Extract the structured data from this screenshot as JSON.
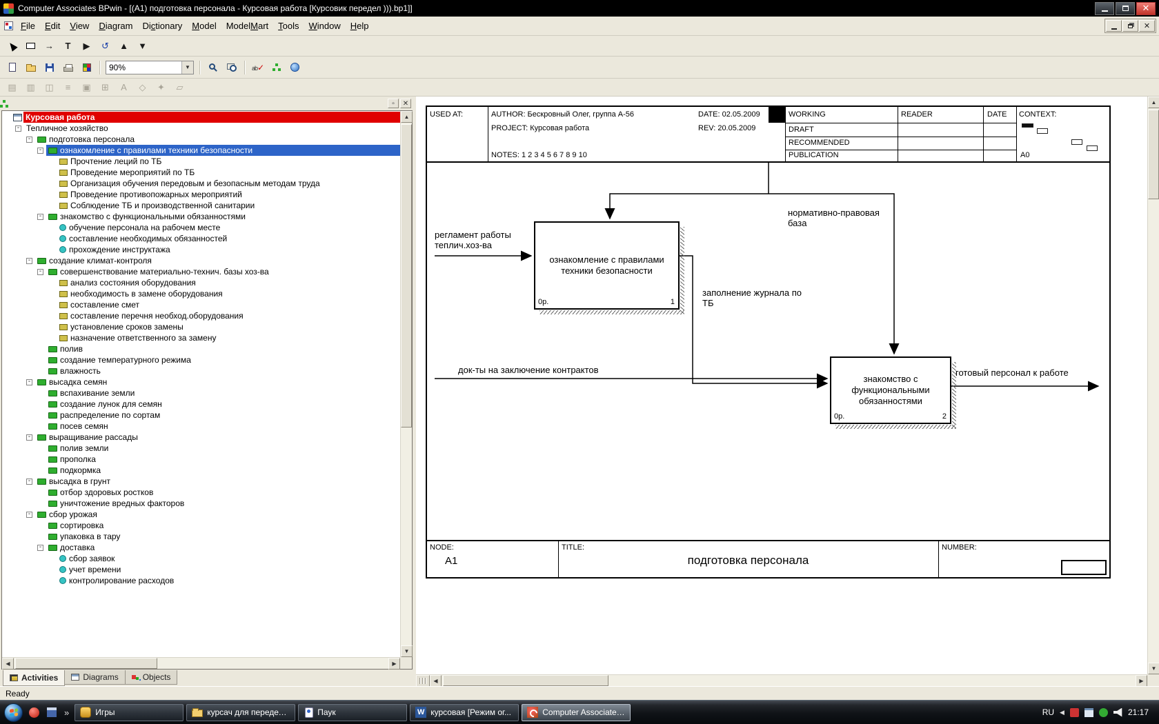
{
  "window": {
    "title": "Computer Associates BPwin - [(A1) подготовка персонала - Курсовая работа  [Курсовик передел ))).bp1]]"
  },
  "menu": {
    "items": [
      {
        "label": "File",
        "u": 0
      },
      {
        "label": "Edit",
        "u": 0
      },
      {
        "label": "View",
        "u": 0
      },
      {
        "label": "Diagram",
        "u": 0
      },
      {
        "label": "Dictionary",
        "u": 2
      },
      {
        "label": "Model",
        "u": 0
      },
      {
        "label": "ModelMart",
        "u": 5
      },
      {
        "label": "Tools",
        "u": 0
      },
      {
        "label": "Window",
        "u": 0
      },
      {
        "label": "Help",
        "u": 0
      }
    ]
  },
  "toolbars": {
    "zoom": "90%",
    "drawing": [
      {
        "name": "pointer-tool-button",
        "cls": "i-pointer",
        "icon": "pointer-icon"
      },
      {
        "name": "activity-box-tool-button",
        "cls": "i-abox",
        "icon": "activity-box-icon"
      },
      {
        "name": "arrow-tool-button",
        "glyph": "→"
      },
      {
        "name": "text-tool-button",
        "glyph": "T",
        "bold": true
      },
      {
        "name": "go-to-child-button",
        "glyph": "▶"
      },
      {
        "name": "rotate-tool-button",
        "glyph": "↺",
        "color": "#1a3faa"
      },
      {
        "name": "navigate-up-button",
        "glyph": "▲"
      },
      {
        "name": "navigate-down-button",
        "glyph": "▼"
      }
    ],
    "modelmart": [
      {
        "name": "mm-open-button",
        "glyph": "▤"
      },
      {
        "name": "mm-save-button",
        "glyph": "▥"
      },
      {
        "name": "mm-lock-button",
        "glyph": "◫"
      },
      {
        "name": "mm-sync-button",
        "glyph": "≡"
      },
      {
        "name": "mm-checkin-button",
        "glyph": "▣"
      },
      {
        "name": "mm-merge-button",
        "glyph": "⊞"
      },
      {
        "name": "mm-compare-button",
        "glyph": "A"
      },
      {
        "name": "mm-properties-button",
        "glyph": "◇"
      },
      {
        "name": "mm-security-button",
        "glyph": "✦"
      },
      {
        "name": "mm-report-button",
        "glyph": "▱"
      }
    ]
  },
  "explorer": {
    "tabs": [
      {
        "label": "Activities",
        "active": true
      },
      {
        "label": "Diagrams",
        "active": false
      },
      {
        "label": "Objects",
        "active": false
      }
    ],
    "tree": [
      {
        "l": 0,
        "t": "Курсовая работа",
        "i": "model",
        "e": false,
        "style": "model"
      },
      {
        "l": 1,
        "t": "Тепличное хозяйство",
        "i": "none",
        "e": true
      },
      {
        "l": 2,
        "t": "подготовка персонала",
        "i": "green",
        "e": true
      },
      {
        "l": 3,
        "t": "ознакомление с правилами техники безопасности",
        "i": "green",
        "e": true,
        "sel": true
      },
      {
        "l": 4,
        "t": "Прочтение леций  по ТБ",
        "i": "yellow"
      },
      {
        "l": 4,
        "t": "Проведение мероприятий по ТБ",
        "i": "yellow"
      },
      {
        "l": 4,
        "t": "Организация обучения  передовым и безопасным методам труда",
        "i": "yellow"
      },
      {
        "l": 4,
        "t": "Проведение  противопожарных мероприятий",
        "i": "yellow"
      },
      {
        "l": 4,
        "t": "Соблюдение ТБ  и  производственной  санитарии",
        "i": "yellow"
      },
      {
        "l": 3,
        "t": "знакомство с  функциональными обязанностями",
        "i": "green",
        "e": true
      },
      {
        "l": 4,
        "t": "обучение персонала на рабочем месте",
        "i": "cyan"
      },
      {
        "l": 4,
        "t": "составление необходимых обязанностей",
        "i": "cyan"
      },
      {
        "l": 4,
        "t": "прохождение инструктажа",
        "i": "cyan"
      },
      {
        "l": 2,
        "t": "создание климат-контроля",
        "i": "green",
        "e": true
      },
      {
        "l": 3,
        "t": "совершенствование  материально-технич. базы хоз-ва",
        "i": "green",
        "e": true
      },
      {
        "l": 4,
        "t": "анализ состояния оборудования",
        "i": "yellow"
      },
      {
        "l": 4,
        "t": "необходимость в замене оборудования",
        "i": "yellow"
      },
      {
        "l": 4,
        "t": "составление смет",
        "i": "yellow"
      },
      {
        "l": 4,
        "t": "составление перечня необход.оборудования",
        "i": "yellow"
      },
      {
        "l": 4,
        "t": "установление сроков замены",
        "i": "yellow"
      },
      {
        "l": 4,
        "t": "назначение ответственного за замену",
        "i": "yellow"
      },
      {
        "l": 3,
        "t": "полив",
        "i": "green"
      },
      {
        "l": 3,
        "t": "создание  температурного режима",
        "i": "green"
      },
      {
        "l": 3,
        "t": "влажность",
        "i": "green"
      },
      {
        "l": 2,
        "t": "высадка семян",
        "i": "green",
        "e": true
      },
      {
        "l": 3,
        "t": "вспахивание земли",
        "i": "green"
      },
      {
        "l": 3,
        "t": "создание лунок  для семян",
        "i": "green"
      },
      {
        "l": 3,
        "t": "распределение  по сортам",
        "i": "green"
      },
      {
        "l": 3,
        "t": "посев семян",
        "i": "green"
      },
      {
        "l": 2,
        "t": "выращивание рассады",
        "i": "green",
        "e": true
      },
      {
        "l": 3,
        "t": "полив земли",
        "i": "green"
      },
      {
        "l": 3,
        "t": "прополка",
        "i": "green"
      },
      {
        "l": 3,
        "t": "подкормка",
        "i": "green"
      },
      {
        "l": 2,
        "t": "высадка в грунт",
        "i": "green",
        "e": true
      },
      {
        "l": 3,
        "t": "отбор здоровых ростков",
        "i": "green"
      },
      {
        "l": 3,
        "t": "уничтожение вредных  факторов",
        "i": "green"
      },
      {
        "l": 2,
        "t": "сбор урожая",
        "i": "green",
        "e": true
      },
      {
        "l": 3,
        "t": "сортировка",
        "i": "green"
      },
      {
        "l": 3,
        "t": "упаковка в тару",
        "i": "green"
      },
      {
        "l": 3,
        "t": "доставка",
        "i": "green",
        "e": true
      },
      {
        "l": 4,
        "t": "сбор заявок",
        "i": "cyan"
      },
      {
        "l": 4,
        "t": "учет времени",
        "i": "cyan"
      },
      {
        "l": 4,
        "t": "контролирование расходов",
        "i": "cyan"
      }
    ]
  },
  "diagram": {
    "kit": {
      "used_at": "USED AT:",
      "author": "AUTHOR:  Бескровный Олег, группа А-56",
      "project": "PROJECT:  Курсовая работа",
      "notes": "NOTES:  1  2  3  4  5  6  7  8  9  10",
      "date": "DATE:  02.05.2009",
      "rev": "REV:    20.05.2009",
      "working": "WORKING",
      "draft": "DRAFT",
      "recommended": "RECOMMENDED",
      "publication": "PUBLICATION",
      "reader": "READER",
      "date_col": "DATE",
      "context_label": "CONTEXT:",
      "context_node": "A0"
    },
    "boxes": [
      {
        "title": "ознакомление с правилами техники безопасности",
        "cost": "0р.",
        "num": "1"
      },
      {
        "title": "знакомство с функциональными обязанностями",
        "cost": "0р.",
        "num": "2"
      }
    ],
    "labels": [
      {
        "text": "регламент работы\nтеплич.хоз-ва"
      },
      {
        "text": "нормативно-правовая\nбаза"
      },
      {
        "text": "заполнение журнала по\nТБ"
      },
      {
        "text": "док-ты на заключение контрактов"
      },
      {
        "text": "готовый персонал к работе"
      }
    ],
    "footer": {
      "node_label": "NODE:",
      "node_value": "A1",
      "title_label": "TITLE:",
      "title_value": "подготовка персонала",
      "number_label": "NUMBER:"
    }
  },
  "status": "Ready",
  "taskbar": {
    "buttons": [
      {
        "label": "Игры",
        "icon": "games"
      },
      {
        "label": "курсач для передел...",
        "icon": "folder"
      },
      {
        "label": "Паук",
        "icon": "spider"
      },
      {
        "label": "курсовая [Режим ог...",
        "icon": "word"
      },
      {
        "label": "Computer Associates...",
        "icon": "ca",
        "active": true
      }
    ],
    "tray": {
      "lang": "RU",
      "time": "21:17"
    }
  }
}
